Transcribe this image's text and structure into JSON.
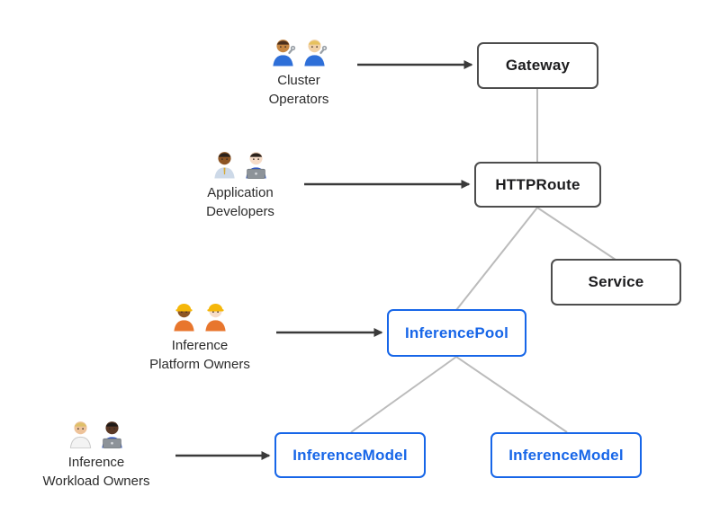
{
  "diagram": {
    "kind": "kubernetes-gateway-api-inference-extension-resource-model",
    "background": "#ffffff"
  },
  "colors": {
    "node_border_dark": "#4d4d4d",
    "node_text_dark": "#1c1c1e",
    "node_border_blue": "#1766e8",
    "node_text_blue": "#1766e8",
    "connector_gray": "#bbbbbb",
    "arrow_dark": "#3a3a3a"
  },
  "nodes": {
    "gateway": {
      "label": "Gateway",
      "style": "dark"
    },
    "httproute": {
      "label": "HTTPRoute",
      "style": "dark"
    },
    "service": {
      "label": "Service",
      "style": "dark"
    },
    "inferencepool": {
      "label": "InferencePool",
      "style": "blue"
    },
    "inferencemodel_1": {
      "label": "InferenceModel",
      "style": "blue"
    },
    "inferencemodel_2": {
      "label": "InferenceModel",
      "style": "blue"
    }
  },
  "personas": [
    {
      "id": "cluster-operators",
      "line1": "Cluster",
      "line2": "Operators",
      "emoji": "👨🏽‍🔧 👩🏼‍🔧",
      "arrow_target": "gateway",
      "people": [
        {
          "skin": "#c68642",
          "hair": "#4a2f1d",
          "outfit": "#2e6fd8",
          "accessory": "wrench"
        },
        {
          "skin": "#f1d0a5",
          "hair": "#e6c15e",
          "outfit": "#2e6fd8",
          "accessory": "wrench"
        }
      ]
    },
    {
      "id": "application-developers",
      "line1": "Application",
      "line2": "Developers",
      "emoji": "👨🏾‍💼 👩🏻‍💻",
      "arrow_target": "httproute",
      "people": [
        {
          "skin": "#8d5524",
          "hair": "#2a211c",
          "outfit": "#cdd9e8",
          "accessory": "tie"
        },
        {
          "skin": "#f6dcc8",
          "hair": "#2a211c",
          "outfit": "#2e55c4",
          "accessory": "laptop"
        }
      ]
    },
    {
      "id": "inference-platform-owners",
      "line1": "Inference",
      "line2": "Platform Owners",
      "emoji": "👷🏾‍♀️ 👷🏻",
      "arrow_target": "inferencepool",
      "people": [
        {
          "skin": "#8d5524",
          "hair": "#2a211c",
          "outfit": "#e8762d",
          "accessory": "helmet"
        },
        {
          "skin": "#f6dcc8",
          "hair": "#c9913f",
          "outfit": "#e8762d",
          "accessory": "helmet"
        }
      ]
    },
    {
      "id": "inference-workload-owners",
      "line1": "Inference",
      "line2": "Workload Owners",
      "emoji": "🧑🏼‍⚕️ 👨🏿‍💻",
      "arrow_target": "inferencemodel_1",
      "people": [
        {
          "skin": "#eec39a",
          "hair": "#dfc06a",
          "outfit": "#f3f3f3",
          "accessory": "coat"
        },
        {
          "skin": "#5a3825",
          "hair": "#1f1a17",
          "outfit": "#2e55c4",
          "accessory": "laptop"
        }
      ]
    }
  ],
  "edges": {
    "connectors": [
      {
        "from": "gateway",
        "to": "httproute"
      },
      {
        "from": "httproute",
        "to": "inferencepool"
      },
      {
        "from": "httproute",
        "to": "service"
      },
      {
        "from": "inferencepool",
        "to": "inferencemodel_1"
      },
      {
        "from": "inferencepool",
        "to": "inferencemodel_2"
      }
    ],
    "arrows": [
      {
        "from": "cluster-operators",
        "to": "gateway"
      },
      {
        "from": "application-developers",
        "to": "httproute"
      },
      {
        "from": "inference-platform-owners",
        "to": "inferencepool"
      },
      {
        "from": "inference-workload-owners",
        "to": "inferencemodel_1"
      }
    ]
  }
}
